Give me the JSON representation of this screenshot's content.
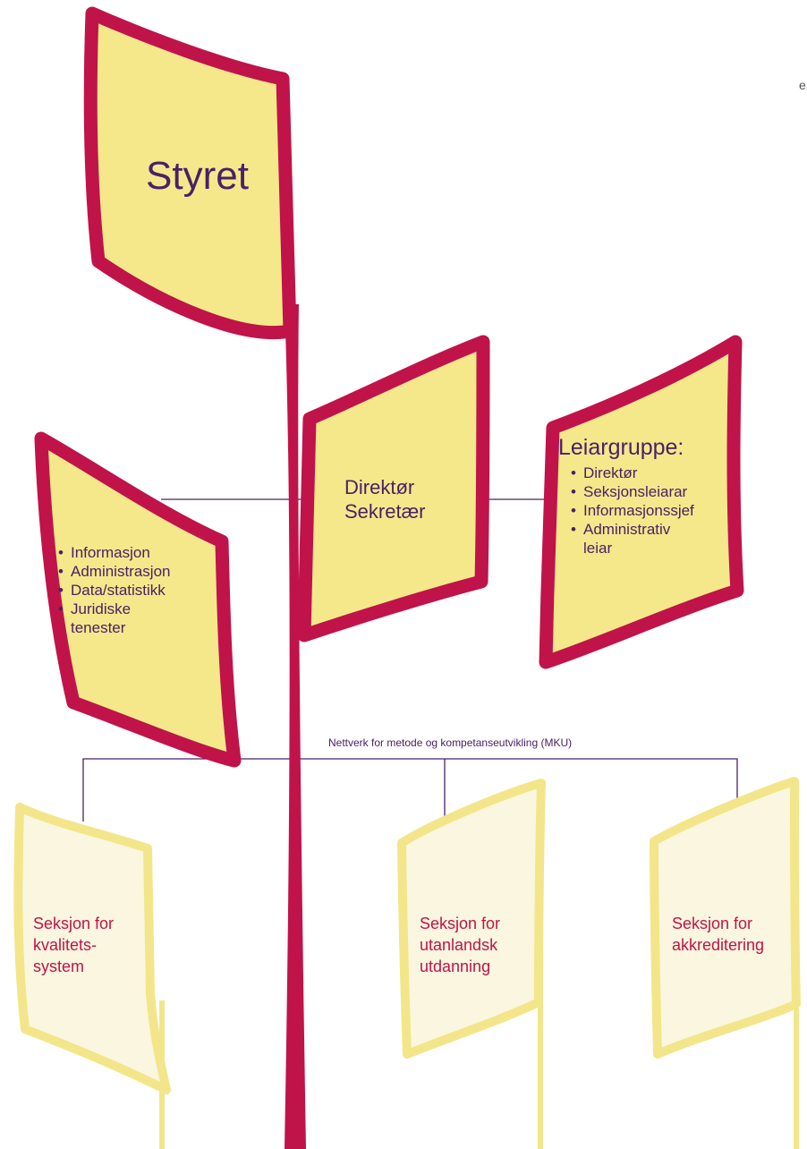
{
  "colors": {
    "magenta": "#c0134a",
    "yellow_fill": "#f4e88a",
    "pale_yellow": "#f3e68a",
    "pale_fill": "#fbf6df",
    "purple_text": "#4b2067",
    "section_text": "#c0134a"
  },
  "boxes": {
    "styret": {
      "title": "Styret"
    },
    "direktor": {
      "lines": [
        "Direktør",
        "Sekretær"
      ]
    },
    "leiargruppe": {
      "title": "Leiargruppe:",
      "items": [
        "Direktør",
        "Seksjonsleiarar",
        "Informasjonssjef",
        "Administrativ\nleiar"
      ]
    },
    "stab": {
      "items": [
        "Informasjon",
        "Administrasjon",
        "Data/statistikk",
        "Juridiske\ntenester"
      ]
    }
  },
  "network_label": "Nettverk for metode og kompetanseutvikling (MKU)",
  "sections": [
    {
      "label": "Seksjon for\nkvalitets-\nsystem"
    },
    {
      "label": "Seksjon for\nutanlandsk\nutdanning"
    },
    {
      "label": "Seksjon for\nakkreditering"
    }
  ],
  "edge_text": "e"
}
